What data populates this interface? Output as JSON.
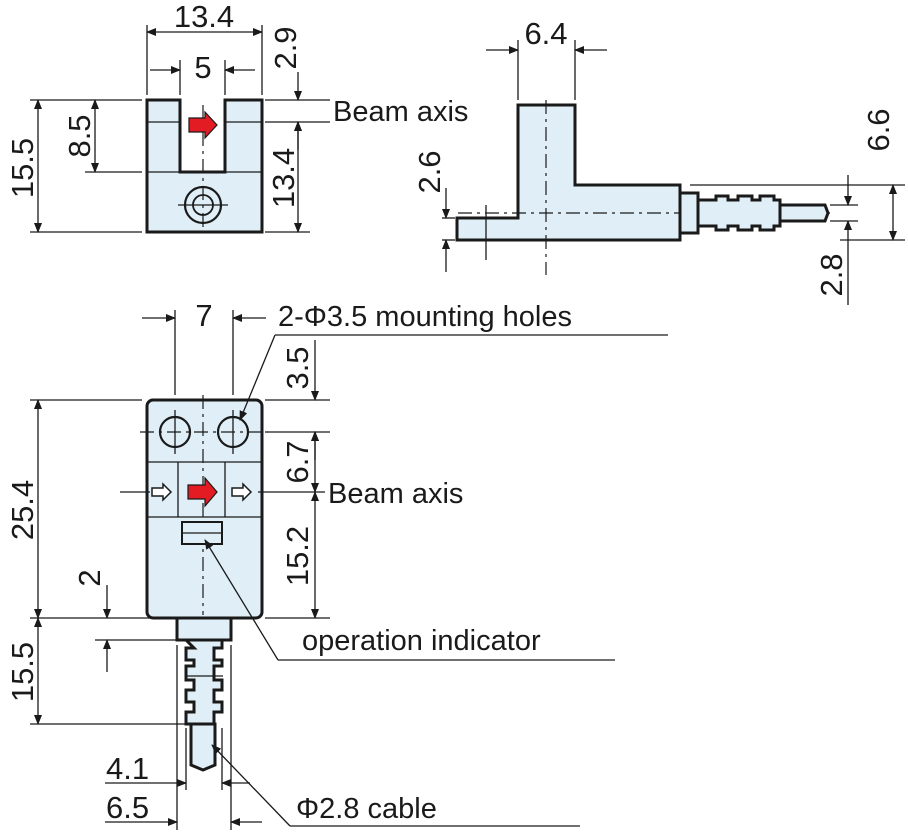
{
  "diagram": {
    "top_view": {
      "width": "13.4",
      "slot_width": "5",
      "top_offset": "2.9",
      "height": "15.5",
      "beam_height": "8.5",
      "lower_height": "13.4",
      "beam_label": "Beam axis"
    },
    "side_view": {
      "width": "6.4",
      "base_thickness": "2.6",
      "cable_height": "6.6",
      "cable_dia": "2.8"
    },
    "front_view": {
      "hole_pitch": "7",
      "holes_label": "2-Φ3.5 mounting holes",
      "hole_offset": "3.5",
      "beam_offset": "6.7",
      "beam_label": "Beam axis",
      "lower_section": "15.2",
      "height": "25.4",
      "step": "2",
      "indicator_label": "operation indicator",
      "cable_length": "15.5",
      "neck_width": "4.1",
      "cable_width": "6.5",
      "cable_label": "Φ2.8 cable"
    },
    "colors": {
      "body_fill": "#dfeef7",
      "arrow_red": "#e31c23",
      "line": "#1a1a1a"
    }
  }
}
